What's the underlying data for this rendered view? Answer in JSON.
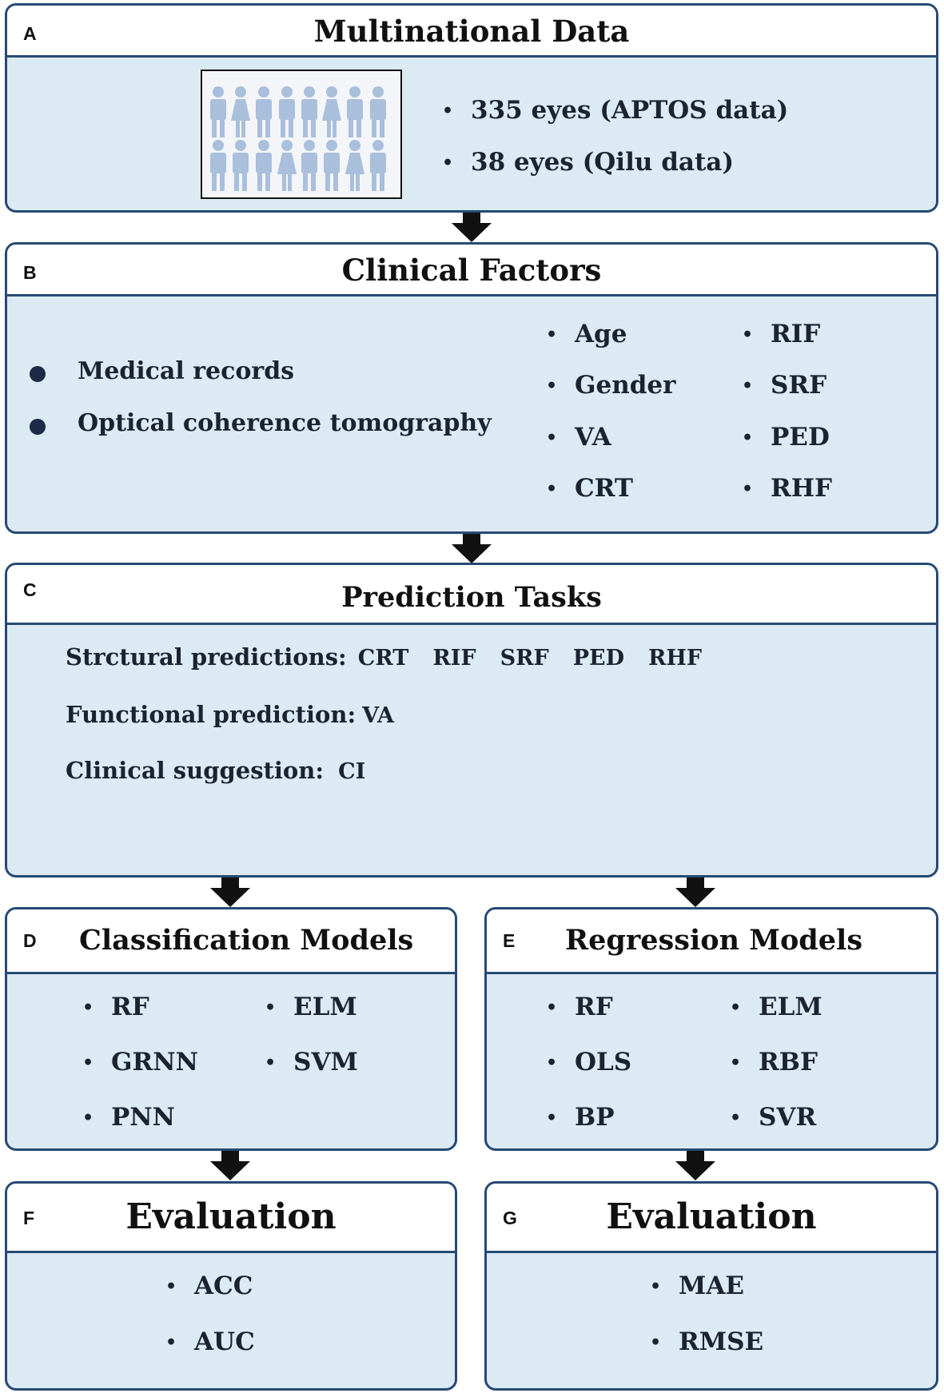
{
  "panelA": {
    "letter": "A",
    "title": "Multinational Data",
    "items": [
      "335 eyes (APTOS data)",
      "38 eyes (Qilu data)"
    ]
  },
  "panelB": {
    "letter": "B",
    "title": "Clinical Factors",
    "sources": [
      "Medical records",
      "Optical coherence tomography"
    ],
    "factors_left": [
      "Age",
      "Gender",
      "VA",
      "CRT"
    ],
    "factors_right": [
      "RIF",
      "SRF",
      "PED",
      "RHF"
    ]
  },
  "panelC": {
    "letter": "C",
    "title": "Prediction Tasks",
    "structural_label": "Strctural predictions:",
    "structural_items": [
      "CRT",
      "RIF",
      "SRF",
      "PED",
      "RHF"
    ],
    "functional_label": "Functional prediction:",
    "functional_item": "VA",
    "clinical_label": "Clinical suggestion:",
    "clinical_item": "CI"
  },
  "panelD": {
    "letter": "D",
    "title": "Classification Models",
    "col1": [
      "RF",
      "GRNN",
      "PNN"
    ],
    "col2": [
      "ELM",
      "SVM"
    ]
  },
  "panelE": {
    "letter": "E",
    "title": "Regression Models",
    "col1": [
      "RF",
      "OLS",
      "BP"
    ],
    "col2": [
      "ELM",
      "RBF",
      "SVR"
    ]
  },
  "panelF": {
    "letter": "F",
    "title": "Evaluation",
    "items": [
      "ACC",
      "AUC"
    ]
  },
  "panelG": {
    "letter": "G",
    "title": "Evaluation",
    "items": [
      "MAE",
      "RMSE"
    ]
  },
  "colors": {
    "border": "#264a73",
    "fill": "#dceaf4",
    "figure": "#a9bfdb"
  }
}
